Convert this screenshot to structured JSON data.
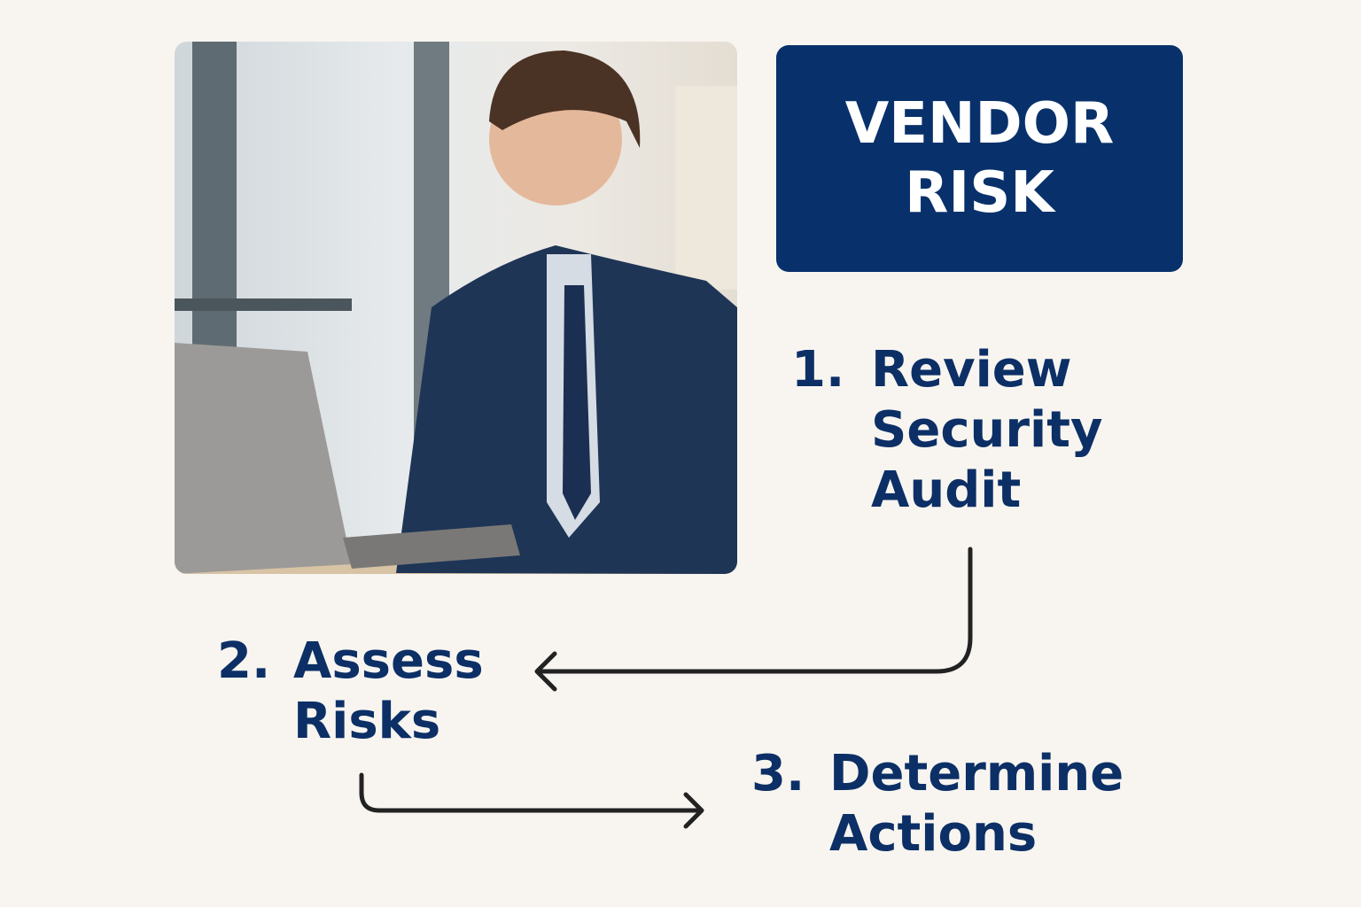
{
  "title": {
    "line1": "VENDOR",
    "line2": "RISK"
  },
  "steps": [
    {
      "num": "1.",
      "lines": [
        "Review",
        "Security",
        "Audit"
      ]
    },
    {
      "num": "2.",
      "lines": [
        "Assess",
        "Risks"
      ]
    },
    {
      "num": "3.",
      "lines": [
        "Determine",
        "Actions"
      ]
    }
  ],
  "colors": {
    "navy": "#08316b",
    "background": "#f8f5f0"
  }
}
